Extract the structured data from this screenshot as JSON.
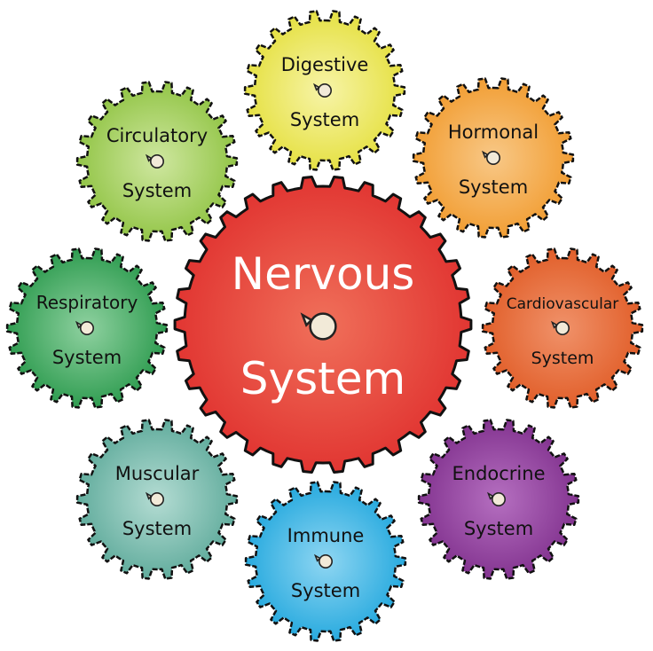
{
  "center_gear": {
    "line1": "Nervous",
    "line2": "System",
    "color": "#e0302e",
    "color_light": "#f0705a"
  },
  "gears": [
    {
      "id": "digestive",
      "line1": "Digestive",
      "line2": "System",
      "color": "#e4df3a",
      "color_light": "#f7f4a8"
    },
    {
      "id": "hormonal",
      "line1": "Hormonal",
      "line2": "System",
      "color": "#f19a2c",
      "color_light": "#f8c887"
    },
    {
      "id": "cardiovascular",
      "line1": "Cardiovascular",
      "line2": "System",
      "color": "#e05a24",
      "color_light": "#f0926a"
    },
    {
      "id": "endocrine",
      "line1": "Endocrine",
      "line2": "System",
      "color": "#7f2f8c",
      "color_light": "#b56fc0"
    },
    {
      "id": "immune",
      "line1": "Immune",
      "line2": "System",
      "color": "#1ea6dd",
      "color_light": "#8fd6f2"
    },
    {
      "id": "muscular",
      "line1": "Muscular",
      "line2": "System",
      "color": "#5aa898",
      "color_light": "#b4dcd3"
    },
    {
      "id": "respiratory",
      "line1": "Respiratory",
      "line2": "System",
      "color": "#27984a",
      "color_light": "#8fd1a0"
    },
    {
      "id": "circulatory",
      "line1": "Circulatory",
      "line2": "System",
      "color": "#8dc23f",
      "color_light": "#cfe7a0"
    }
  ]
}
